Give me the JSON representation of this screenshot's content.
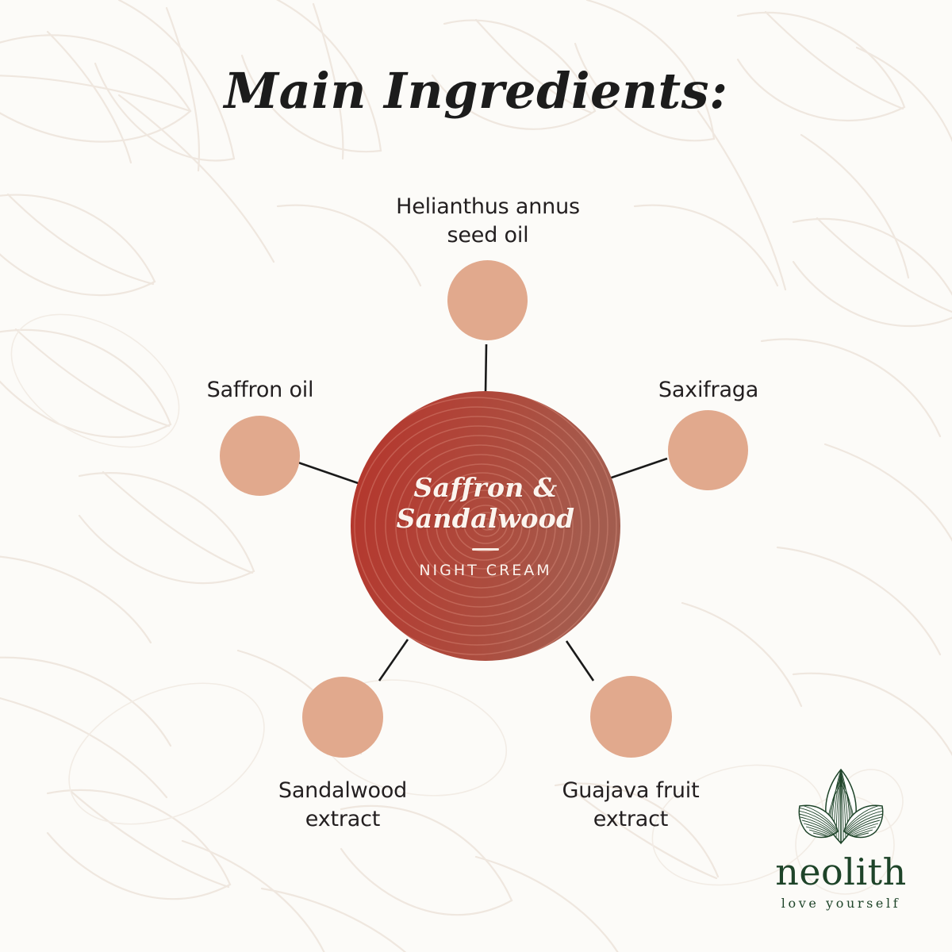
{
  "page": {
    "title": "Main Ingredients:",
    "background_color": "#FCFBF8",
    "text_color": "#231F20"
  },
  "product": {
    "name_line1": "Saffron &",
    "name_line2": "Sandalwood",
    "category": "NIGHT CREAM",
    "circle_color_left": "#B4352B",
    "circle_color_right": "#A05F51"
  },
  "ingredients": [
    {
      "id": "helianthus",
      "label": "Helianthus annus\nseed oil",
      "node_color": "#E1A98D"
    },
    {
      "id": "saxifraga",
      "label": "Saxifraga",
      "node_color": "#E1A98D"
    },
    {
      "id": "guajava",
      "label": "Guajava fruit\nextract",
      "node_color": "#E1A98D"
    },
    {
      "id": "sandalwood",
      "label": "Sandalwood\nextract",
      "node_color": "#E1A98D"
    },
    {
      "id": "saffron",
      "label": "Saffron oil",
      "node_color": "#E1A98D"
    }
  ],
  "brand": {
    "name": "neolith",
    "tagline": "love yourself",
    "color": "#1E4429",
    "mark": "leaf-trio-icon"
  }
}
